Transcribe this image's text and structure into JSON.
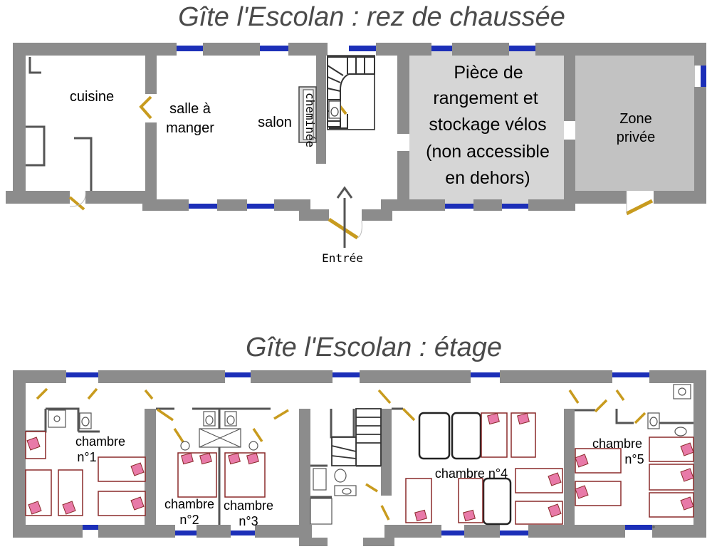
{
  "titles": {
    "ground": "Gîte l'Escolan : rez de chaussée",
    "upper": "Gîte l'Escolan : étage"
  },
  "ground_rooms": {
    "cuisine": "cuisine",
    "salle_line1": "salle à",
    "salle_line2": "manger",
    "salon": "salon",
    "cheminee": "cheminée",
    "storage_line1": "Pièce de",
    "storage_line2": "rangement et",
    "storage_line3": "stockage vélos",
    "storage_line4": "(non accessible",
    "storage_line5": "en dehors)",
    "private_line1": "Zone",
    "private_line2": "privée",
    "entrance": "Entrée"
  },
  "upper_rooms": {
    "ch1_line1": "chambre",
    "ch1_line2": "n°1",
    "ch2_line1": "chambre",
    "ch2_line2": "n°2",
    "ch3_line1": "chambre",
    "ch3_line2": "n°3",
    "ch4": "chambre n°4",
    "ch5_line1": "chambre",
    "ch5_line2": "n°5"
  },
  "colors": {
    "wall": "#8c8c8c",
    "window": "#1c2fb8",
    "door": "#c89b1e",
    "bed_frame": "#8a2a2a",
    "pillow": "#e87aa8",
    "storage_fill": "#d6d6d6",
    "private_fill": "#c2c2c2"
  }
}
